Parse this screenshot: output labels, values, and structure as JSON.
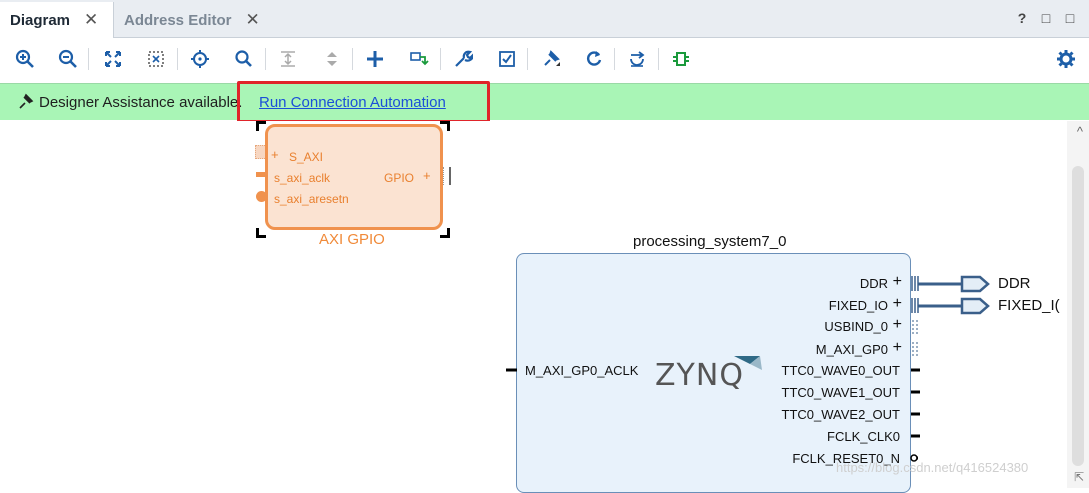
{
  "tabs": [
    {
      "label": "Diagram",
      "active": true
    },
    {
      "label": "Address Editor",
      "active": false
    }
  ],
  "window_controls": {
    "help": "?",
    "restore": "□",
    "maximize": "□"
  },
  "toolbar": {
    "icons": [
      "zoom-in-icon",
      "zoom-out-icon",
      "fit-view-icon",
      "fit-selection-icon",
      "auto-connect-icon",
      "search-icon",
      "collapse-icon",
      "expand-icon",
      "add-ip-icon",
      "make-connection-icon",
      "properties-icon",
      "validate-icon",
      "pin-icon",
      "regenerate-icon",
      "optimize-routing-icon",
      "debug-icon",
      "settings-icon"
    ]
  },
  "assist": {
    "message": "Designer Assistance available.",
    "link": "Run Connection Automation"
  },
  "gpio": {
    "title": "AXI GPIO",
    "ports": {
      "s_axi": "S_AXI",
      "clk": "s_axi_aclk",
      "rst": "s_axi_aresetn",
      "gpio": "GPIO"
    },
    "color": "#f0924e"
  },
  "ps7": {
    "title": "processing_system7_0",
    "logo": "ZYNQ",
    "left_port": "M_AXI_GP0_ACLK",
    "right_ports": [
      "DDR",
      "FIXED_IO",
      "USBIND_0",
      "M_AXI_GP0",
      "TTC0_WAVE0_OUT",
      "TTC0_WAVE1_OUT",
      "TTC0_WAVE2_OUT",
      "FCLK_CLK0",
      "FCLK_RESET0_N"
    ],
    "color": "#e8f2fb"
  },
  "external_ports": [
    "DDR",
    "FIXED_I("
  ],
  "watermark": "https://blog.csdn.net/q416524380"
}
